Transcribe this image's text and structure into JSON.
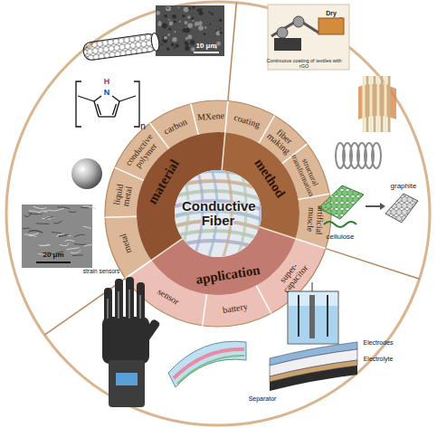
{
  "diagram": {
    "nodes": [
      {
        "text": [
          "Conductive Fiber"
        ]
      },
      {
        "text": [
          "material"
        ]
      },
      {
        "text": [
          "method"
        ]
      },
      {
        "text": [
          "application"
        ]
      },
      {
        "text": [
          "carbon"
        ]
      },
      {
        "text": [
          "MXene"
        ]
      },
      {
        "text": [
          "coating"
        ]
      },
      {
        "text": [
          "fiber making"
        ]
      },
      {
        "text": [
          "structural transformation"
        ]
      },
      {
        "text": [
          "artificial muscle"
        ]
      },
      {
        "text": [
          "super-capacitor"
        ]
      },
      {
        "text": [
          "battery"
        ]
      },
      {
        "text": [
          "sensor"
        ]
      },
      {
        "text": [
          "metal"
        ]
      },
      {
        "text": [
          "liquid metal"
        ]
      },
      {
        "text": [
          "conductive polymer"
        ]
      }
    ],
    "labels": [
      "10 μm",
      "Dry",
      "Continuous coating of textiles with rGO",
      "H",
      "N",
      "n",
      "20 μm",
      "graphite",
      "cellulose",
      "strain sensors",
      "Electrodes",
      "Electrolyte",
      "Separator"
    ]
  }
}
